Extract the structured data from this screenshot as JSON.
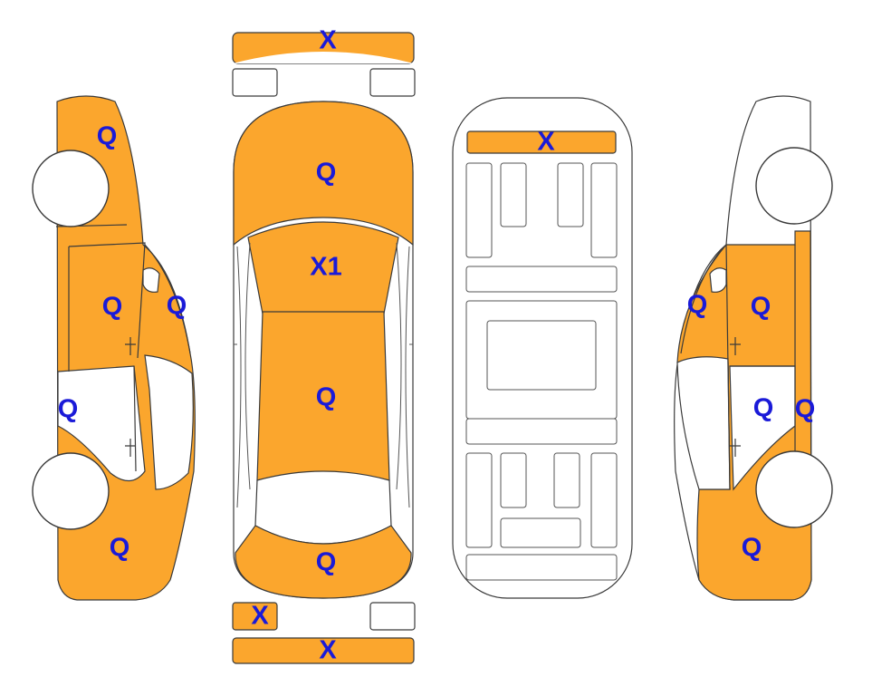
{
  "colors": {
    "damaged_panel": "#FBA62D",
    "marker_text": "#1a1ad8",
    "outline": "#3a3a3a",
    "background": "#ffffff"
  },
  "markers": {
    "front_bumper": "X",
    "hood": "Q",
    "windshield": "X1",
    "roof": "Q",
    "trunk": "Q",
    "rear_bumper_left": "X",
    "rear_bumper_bar": "X",
    "underbody_front": "X",
    "left_front_fender": "Q",
    "left_front_door": "Q",
    "left_a_pillar": "Q",
    "left_rocker": "Q",
    "left_rear_quarter": "Q",
    "right_a_pillar": "Q",
    "right_front_door": "Q",
    "right_rear_door": "Q",
    "right_rocker": "Q",
    "right_rear_quarter": "Q"
  }
}
